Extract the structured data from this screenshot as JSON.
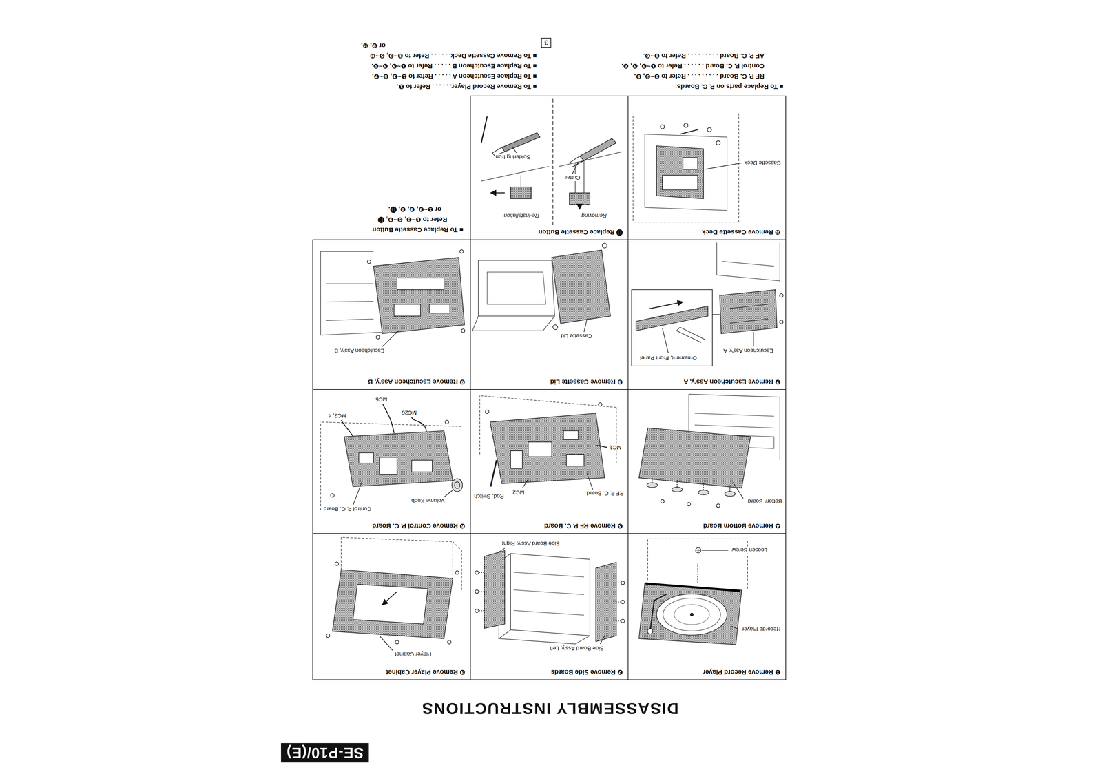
{
  "diagram": {
    "title": "DISASSEMBLY INSTRUCTIONS",
    "nodes": [
      {
        "text": [
          "SE-P10/(E)"
        ]
      },
      {
        "text": [
          "❶ Remove Record Player"
        ]
      },
      {
        "text": [
          "❷ Remove Side Boards"
        ]
      },
      {
        "text": [
          "❸ Remove Player Cabinet"
        ]
      },
      {
        "text": [
          "❹ Remove Bottom Board"
        ]
      },
      {
        "text": [
          "❺ Remove RF P. C. Board"
        ]
      },
      {
        "text": [
          "❻ Remove Control P. C. Board"
        ]
      },
      {
        "text": [
          "❼ Remove Escutcheon Ass'y, A"
        ]
      },
      {
        "text": [
          "❽ Remove Cassette Lid"
        ]
      },
      {
        "text": [
          "❾ Remove Escutcheon Ass'y, B"
        ]
      },
      {
        "text": [
          "❿ Remove Cassette Deck"
        ]
      },
      {
        "text": [
          "⓫ Replace Cassette Button"
        ]
      },
      {
        "text": [
          "3"
        ]
      }
    ],
    "labels": [
      "Recorde Player",
      "Loosen Screw",
      "Side Board Ass'y, Left",
      "Side Board Ass'y, Right",
      "Player Cabinet",
      "Bottom Board",
      "RF P. C. Board",
      "MC2",
      "Rod, Switch",
      "MC1",
      "Control P. C. Board",
      "Volume Knob",
      "MC26",
      "MC5",
      "MC3, 4",
      "Escutcheon Ass'y, A",
      "Ornament, Front Panel",
      "Cassette Lid",
      "Escutcheon Ass'y, B",
      "Cassette Deck",
      "Removing",
      "Cutter",
      "Re-installation",
      "Soldering Iron",
      "■ To Replace Cassette Button",
      "Refer to ❶~❸, ❺~❾, ⓫.",
      "or ❶~❸, ❽, ❾, ⓫.",
      "■ To Replace parts on P. C. Boards:",
      "RF P. C. Board . . . . . . . . . Refer to ❶~❸, ❺.",
      "Control P. C. Board . . . . . . Refer to ❶~❸, ❺, ❻.",
      "AF P. C. Board . . . . . . . . . Refer to ❶~❻.",
      "■ To Remove Record Player. . . . . . Refer to ❶.",
      "■ To Replace Escutcheon A . . . . . Refer to ❶~❸, ❺~❼.",
      "■ To Replace Escutcheon B . . . . . Refer to ❶~❸, ❺~❾.",
      "■ To Remove Cassette Deck. . . . . . Refer to ❶~❸, ❺~❿",
      "or ❽, ❿."
    ]
  }
}
